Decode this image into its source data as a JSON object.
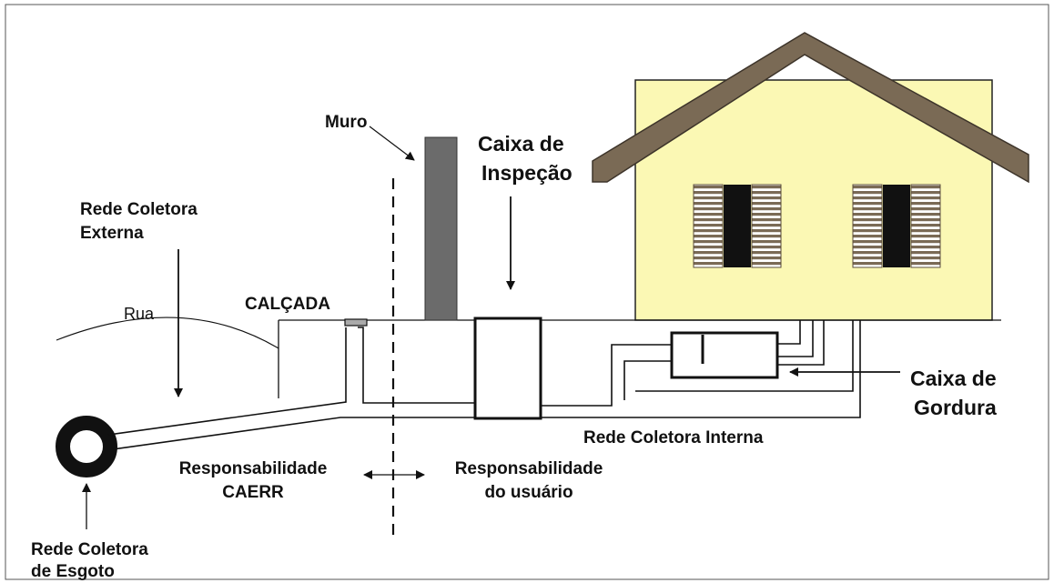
{
  "labels": {
    "muro": "Muro",
    "caixa_inspecao_1": "Caixa de",
    "caixa_inspecao_2": "Inspeção",
    "rede_externa_1": "Rede Coletora",
    "rede_externa_2": "Externa",
    "rua": "Rua",
    "calcada": "CALÇADA",
    "caixa_gordura_1": "Caixa de",
    "caixa_gordura_2": "Gordura",
    "rede_interna": "Rede Coletora Interna",
    "resp_caerr_1": "Responsabilidade",
    "resp_caerr_2": "CAERR",
    "resp_usuario_1": "Responsabilidade",
    "resp_usuario_2": "do usuário",
    "rede_esgoto_1": "Rede Coletora",
    "rede_esgoto_2": "de Esgoto"
  },
  "colors": {
    "house_wall": "#fbf8b4",
    "roof": "#7a6a55",
    "shutter": "#7a6a55",
    "window": "#111111",
    "wall_muro": "#6b6b6b",
    "pipe": "#111111"
  }
}
